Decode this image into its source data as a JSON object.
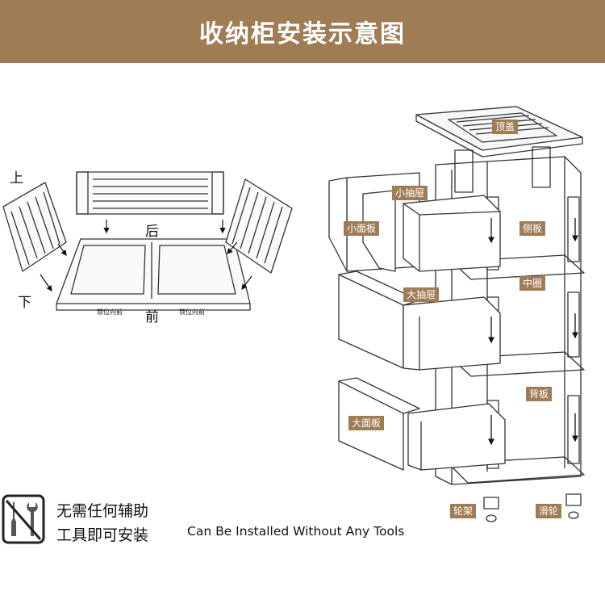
{
  "header": {
    "title": "收纳柜安装示意图",
    "color": "#a07c55"
  },
  "left_diagram": {
    "directions": {
      "up": "上",
      "down": "下",
      "back": "后",
      "front": "前"
    },
    "lock_notes": [
      "锁位向前",
      "锁位向前"
    ]
  },
  "right_diagram": {
    "labels": {
      "top_cover": "顶盖",
      "small_drawer": "小抽屉",
      "small_panel": "小面板",
      "side_panel": "侧板",
      "middle_ring": "中圈",
      "large_drawer": "大抽屉",
      "back_panel": "背板",
      "large_panel": "大面板",
      "wheel_frame": "轮架",
      "caster": "滑轮"
    }
  },
  "footer": {
    "icon": "no-tools-icon",
    "cn_line1": "无需任何辅助",
    "cn_line2": "工具即可安装",
    "en_text": "Can Be Installed Without Any Tools"
  }
}
